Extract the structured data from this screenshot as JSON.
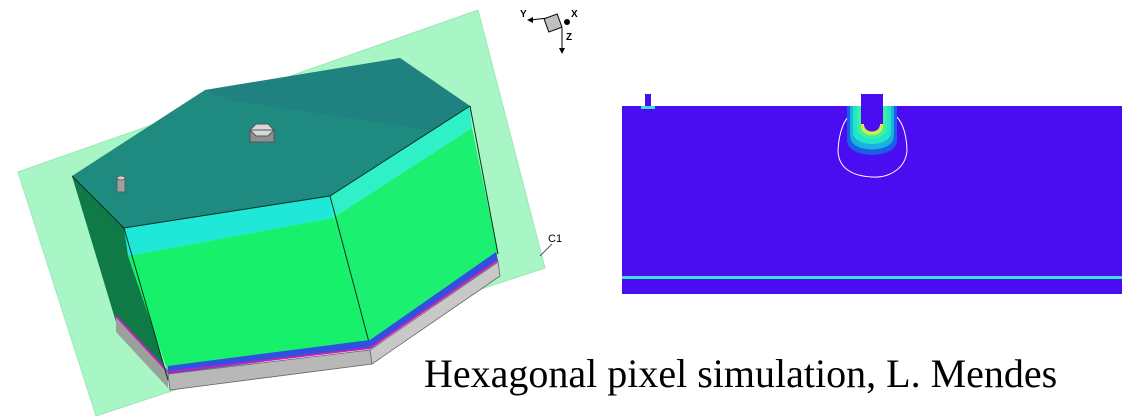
{
  "caption": "Hexagonal pixel simulation, L. Mendes",
  "view_3d": {
    "cut_plane_label": "C1",
    "axis_labels": {
      "x": "X",
      "y": "Y",
      "z": "Z"
    }
  },
  "colors": {
    "cut_plane": "#a8f5c5",
    "top_face": "#1e8a80",
    "top_face_dark": "#207a78",
    "side_face_green": "#16f06a",
    "side_face_dark": "#149050",
    "cyan_band": "#20e8d8",
    "base_gray": "#b8b8b8",
    "magenta_line": "#c020c0",
    "cross_section_bg": "#4a0cf0",
    "backplane_line": "#40e0d0",
    "contour_white": "#ffffff"
  }
}
